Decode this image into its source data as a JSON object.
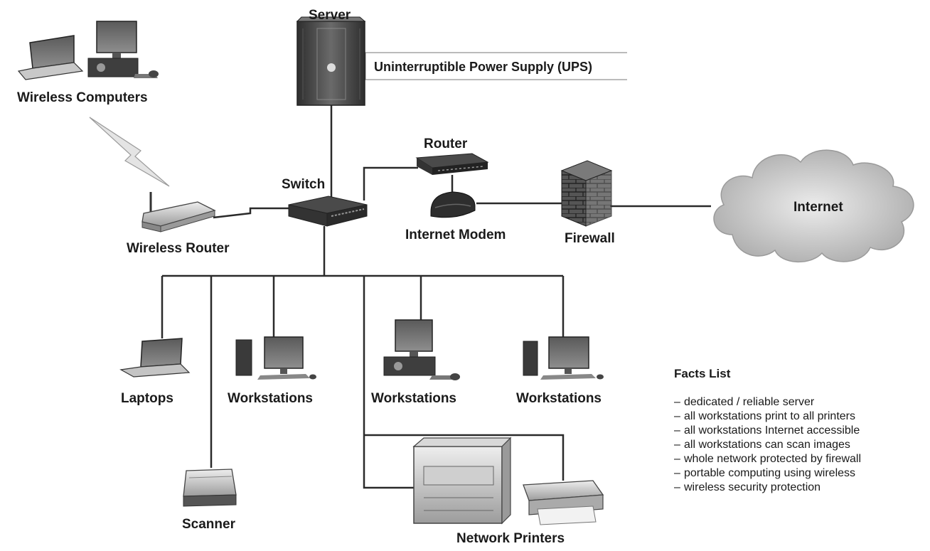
{
  "labels": {
    "server": "Server",
    "ups": "Uninterruptible Power Supply (UPS)",
    "wireless_computers": "Wireless Computers",
    "router": "Router",
    "switch": "Switch",
    "wireless_router": "Wireless Router",
    "internet_modem": "Internet Modem",
    "firewall": "Firewall",
    "internet": "Internet",
    "laptops": "Laptops",
    "workstations_1": "Workstations",
    "workstations_2": "Workstations",
    "workstations_3": "Workstations",
    "scanner": "Scanner",
    "network_printers": "Network Printers"
  },
  "facts": {
    "title": "Facts List",
    "items": [
      "dedicated / reliable server",
      "all workstations print to all printers",
      "all workstations Internet accessible",
      "all workstations can scan images",
      "whole network protected by firewall",
      "portable computing using wireless",
      "wireless security protection"
    ]
  },
  "colors": {
    "line": "#2a2a2a",
    "device_dark": "#3a3a3a",
    "device_light": "#bdbdbd",
    "cloud": "#d2d2d2",
    "wireless_bolt": "#dcdcdc"
  }
}
